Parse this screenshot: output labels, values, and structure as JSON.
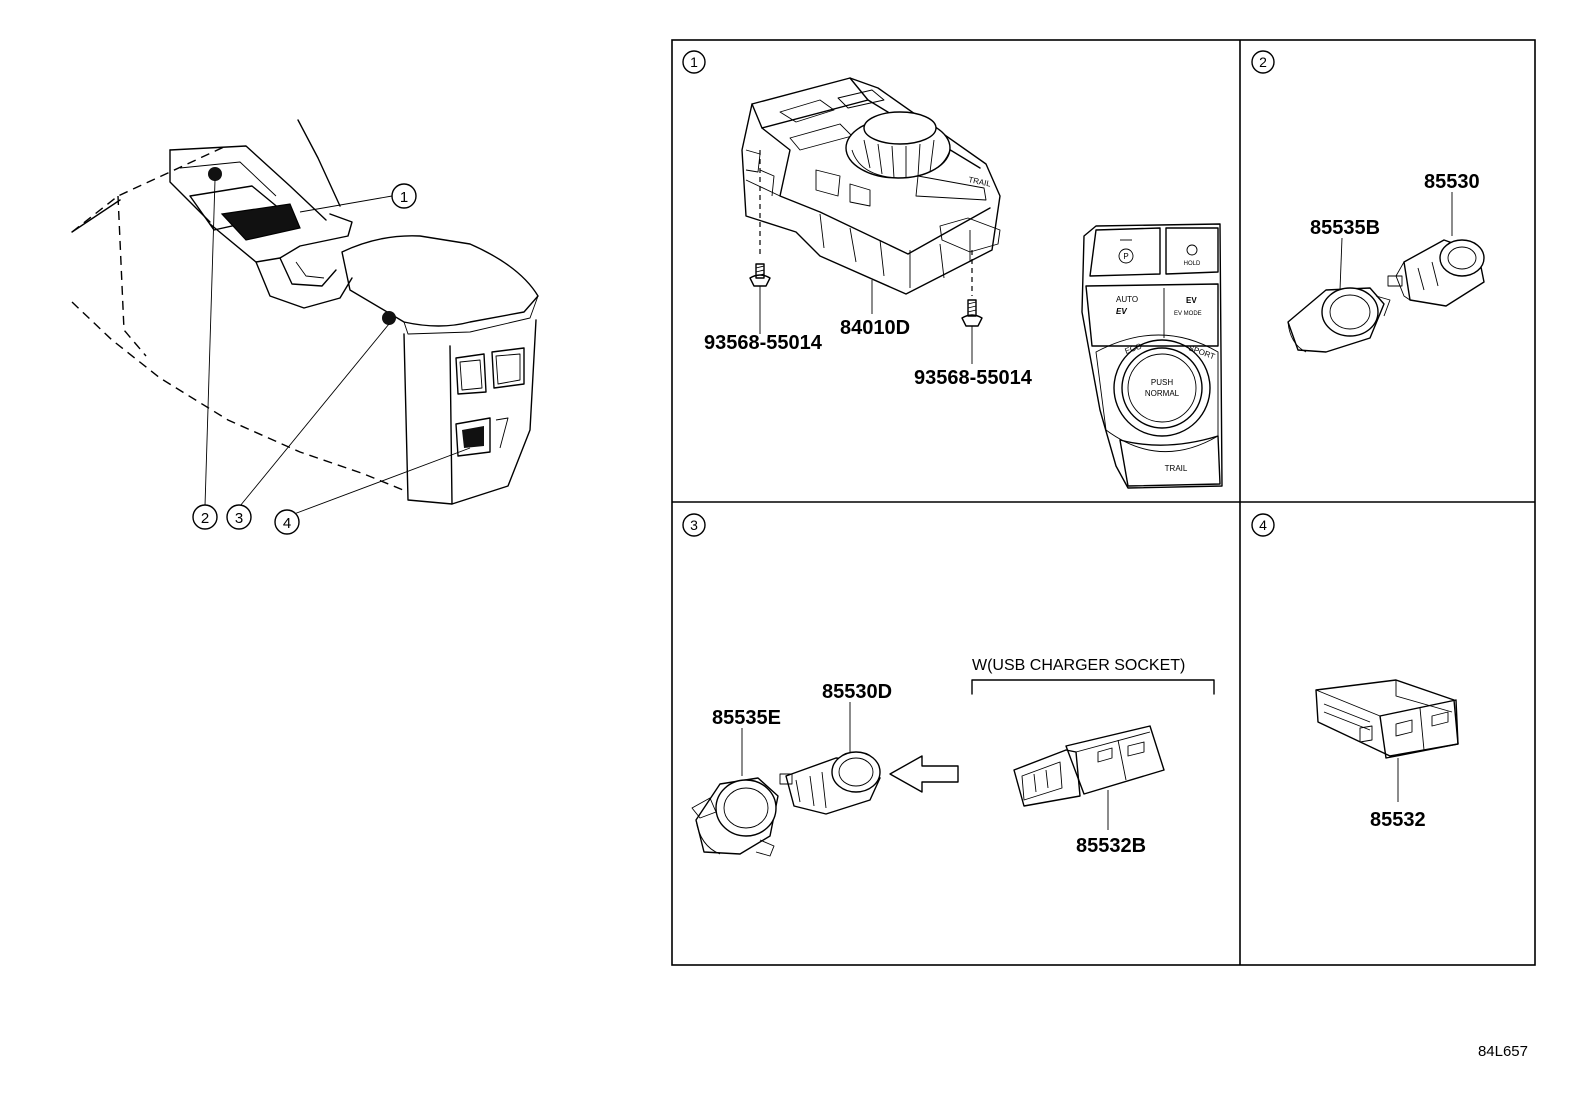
{
  "callouts": [
    "1",
    "2",
    "3",
    "4"
  ],
  "panels": {
    "p1": {
      "num": "1",
      "parts": {
        "switch": "84010D",
        "screw_left": "93568-55014",
        "screw_right": "93568-55014"
      },
      "switch_labels": {
        "auto_evmode": "AUTO",
        "ev_mode": "EV",
        "drive_mode_left": "ECO",
        "drive_mode_right": "SPORT",
        "push": "PUSH",
        "normal": "NORMAL",
        "trail": "TRAIL",
        "hold": "HOLD",
        "park": "P",
        "ev_sub": "EV MODE"
      }
    },
    "p2": {
      "num": "2",
      "parts": {
        "socket": "85530",
        "cover": "85535B"
      }
    },
    "p3": {
      "num": "3",
      "parts": {
        "cover": "85535E",
        "socket": "85530D",
        "usb": "85532B"
      },
      "condition": "W(USB CHARGER SOCKET)"
    },
    "p4": {
      "num": "4",
      "parts": {
        "usb": "85532"
      }
    }
  },
  "diagram_code": "84L657",
  "icons": [
    "circle-callout-icon",
    "arrow-left-icon",
    "park-button-icon",
    "hold-button-icon"
  ]
}
